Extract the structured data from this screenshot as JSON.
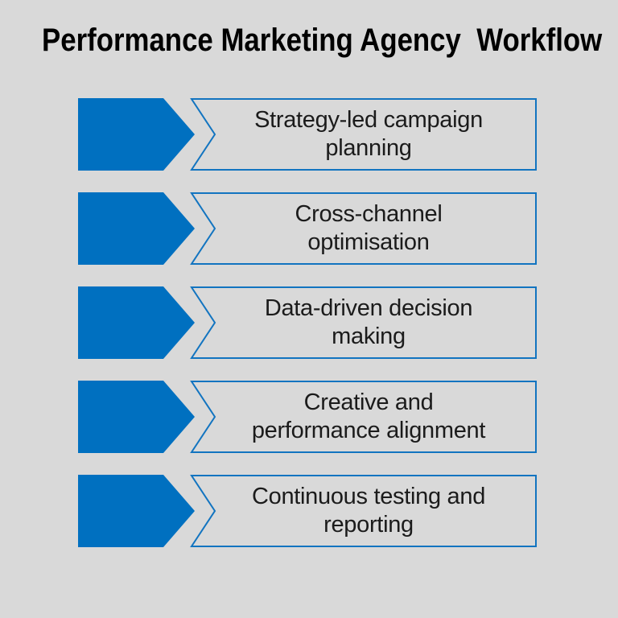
{
  "title": "Performance Marketing Agency  Workflow",
  "colors": {
    "background": "#d9d9d9",
    "arrow_fill": "#0070c0",
    "banner_stroke": "#1274c0",
    "banner_fill": "#d9d9d9",
    "label_text": "#1b1b1b",
    "title_text": "#000000"
  },
  "steps": [
    {
      "label": "Strategy-led campaign\nplanning"
    },
    {
      "label": "Cross-channel\noptimisation"
    },
    {
      "label": "Data-driven decision\nmaking"
    },
    {
      "label": "Creative and\nperformance alignment"
    },
    {
      "label": "Continuous testing and\nreporting"
    }
  ]
}
